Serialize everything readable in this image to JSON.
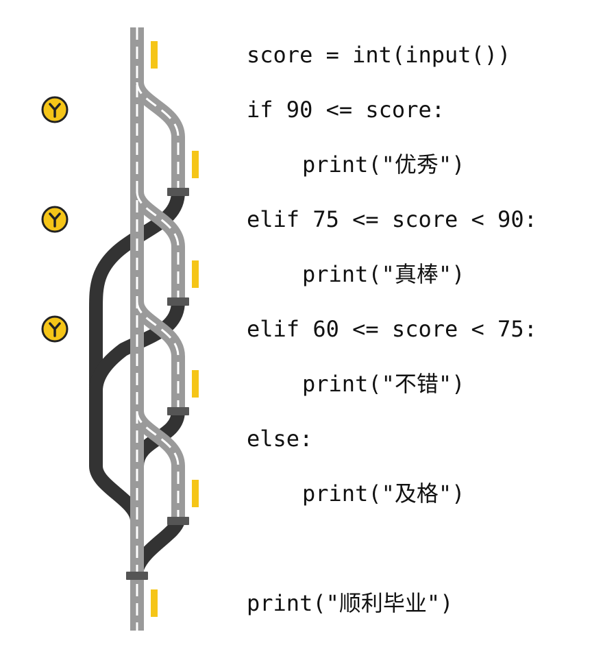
{
  "code_lines": [
    {
      "text": "score = int(input())",
      "indent": 0
    },
    {
      "text": "if 90 <= score:",
      "indent": 0
    },
    {
      "text": "print(\"优秀\")",
      "indent": 1
    },
    {
      "text": "elif 75 <= score < 90:",
      "indent": 0
    },
    {
      "text": "print(\"真棒\")",
      "indent": 1
    },
    {
      "text": "elif 60 <= score < 75:",
      "indent": 0
    },
    {
      "text": "print(\"不错\")",
      "indent": 1
    },
    {
      "text": "else:",
      "indent": 0
    },
    {
      "text": "print(\"及格\")",
      "indent": 1
    },
    {
      "text": "print(\"顺利毕业\")",
      "indent": 0
    }
  ],
  "colors": {
    "main_track": "#9a9a9a",
    "taken_track": "#333333",
    "dash": "#ffffff",
    "marker": "#f5c518",
    "junction": "#555555",
    "branch_icon_fill": "#f5c518",
    "branch_icon_stroke": "#222222"
  },
  "icons": {
    "branch": "branch-fork-icon"
  }
}
